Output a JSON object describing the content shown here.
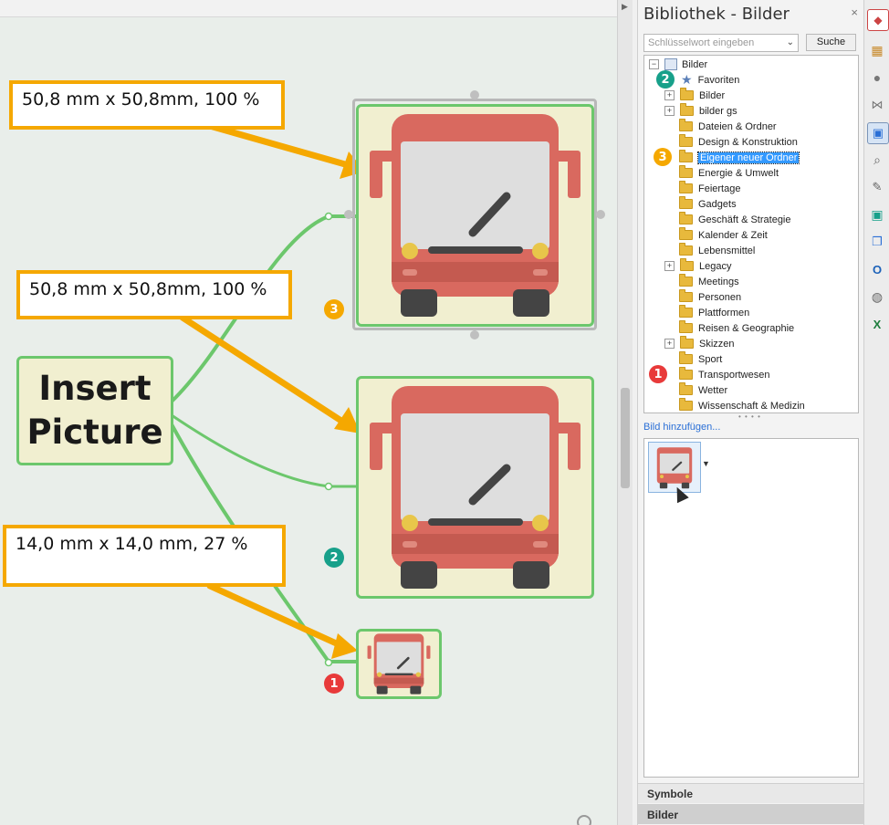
{
  "canvas": {
    "root_topic": "Insert\nPicture",
    "callouts": [
      "50,8 mm x 50,8mm, 100 %",
      "50,8 mm x 50,8mm, 100 %",
      "14,0 mm x 14,0 mm, 27 %"
    ],
    "badges": [
      "3",
      "2",
      "1"
    ]
  },
  "panel": {
    "title": "Bibliothek - Bilder",
    "close_icon": "×",
    "search_placeholder": "Schlüsselwort eingeben",
    "search_button": "Suche",
    "tree": {
      "root": "Bilder",
      "items": [
        "Favoriten",
        "Bilder",
        "bilder gs",
        "Dateien & Ordner",
        "Design & Konstruktion",
        "Eigener neuer Ordner",
        "Energie & Umwelt",
        "Feiertage",
        "Gadgets",
        "Geschäft & Strategie",
        "Kalender & Zeit",
        "Lebensmittel",
        "Legacy",
        "Meetings",
        "Personen",
        "Plattformen",
        "Reisen & Geographie",
        "Skizzen",
        "Sport",
        "Transportwesen",
        "Wetter",
        "Wissenschaft & Medizin"
      ],
      "selected": "Eigener neuer Ordner",
      "badges": [
        "2",
        "3",
        "1"
      ]
    },
    "add_picture_link": "Bild hinzufügen...",
    "tabs": [
      "Symbole",
      "Bilder"
    ]
  },
  "colors": {
    "accent_orange": "#f5a800",
    "topic_border": "#6cc76c",
    "topic_fill": "#f1efd0",
    "bus_red": "#d9695f",
    "selection_blue": "#3399ff"
  }
}
